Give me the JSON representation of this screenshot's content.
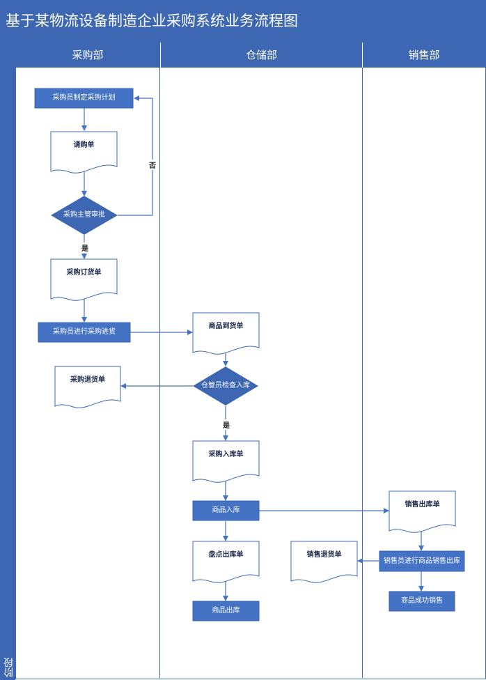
{
  "title": "基于某物流设备制造企业采购系统业务流程图",
  "stage_label": "阶段",
  "lanes": [
    "采购部",
    "仓储部",
    "销售部"
  ],
  "nodes": {
    "plan": "采购员制定采购计划",
    "request": "请购单",
    "approve": "采购主管审批",
    "order": "采购订货单",
    "purchase": "采购员进行采购进货",
    "arrival": "商品到货单",
    "return": "采购退货单",
    "inspect": "仓管员检查入库",
    "in_order": "采购入库单",
    "stock_in": "商品入库",
    "stock_out_doc": "盘点出库单",
    "stock_out": "商品出库",
    "sales_out_doc": "销售出库单",
    "sales_return": "销售退货单",
    "sales_clerk": "销售员进行商品销售出库",
    "sold": "商品成功销售"
  },
  "edge_labels": {
    "no": "否",
    "yes1": "是",
    "yes2": "是"
  },
  "colors": {
    "primary": "#3d67b2",
    "process": "#4472c4",
    "document_border": "#3d67b2"
  }
}
